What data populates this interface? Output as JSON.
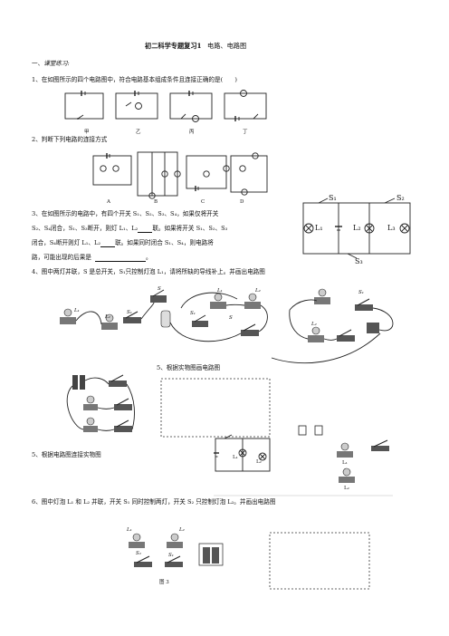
{
  "doc": {
    "title": "初二科学专题复习1",
    "subtitle": "电路、电路图",
    "section": "一、",
    "section_label": "课堂练习:",
    "q1": "1、在如图所示的四个电路图中，符合电路基本组成条件且连接正确的是(　　)",
    "q1_labels": [
      "甲",
      "乙",
      "丙",
      "丁"
    ],
    "q2": "2、判断下列电路的连接方式",
    "q2_labels": [
      "A",
      "B",
      "C",
      "D"
    ],
    "q3_lines": [
      "3、在如图所示的电路中，有四个开关 S₁、S₂、S₃、S₄，如果仅将开关",
      "S₂、S₄闭合，S₁、S₃断开，则灯 L₁、L₂",
      "联。如果将开关 S₁、S₂、S₃",
      "闭合，S₄断开则灯 L₁、L₂",
      "联。如果同时闭合 S₁、S₄，则电路将",
      "路，可能出现的后果是",
      "。"
    ],
    "q3_diagram_labels": [
      "S₁",
      "S₂",
      "L₁",
      "L₂",
      "L₃",
      "S₃"
    ],
    "q4": "4、图中两灯并联，S 是总开关，S₁只控制灯泡 L₁，请将所缺的导线补上。并画出电路图",
    "q4_labels": [
      "L₁",
      "L₂",
      "S₁",
      "S",
      "S₁",
      "L₁",
      "L₂",
      "S",
      "S₁",
      "L₂"
    ],
    "q5a": "5、根据实物图画电路图",
    "q5b": "5、根据电路图连接实物图",
    "q5b_labels": [
      "L₁",
      "L₂",
      "L₁",
      "L₂"
    ],
    "q6": "6、图中灯泡 L₁ 和 L₂ 并联，开关 S₁ 同时控制两灯，开关 S₂ 只控制灯泡 L₂。并画出电路图",
    "q6_labels": [
      "L₁",
      "L₂",
      "S₂",
      "S₁"
    ],
    "fig_caption": "图 3"
  }
}
